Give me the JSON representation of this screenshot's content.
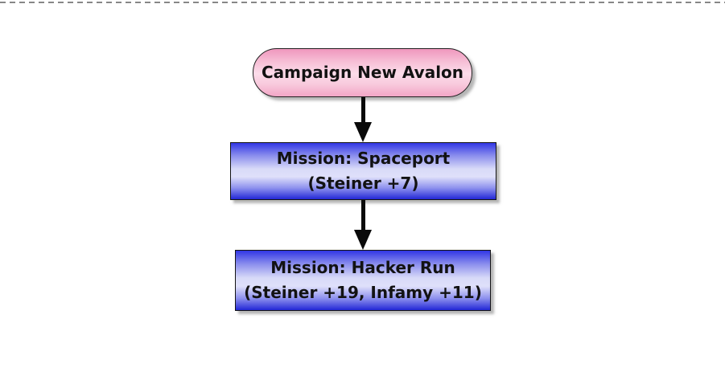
{
  "page": {
    "background_color": "#ffffff",
    "top_border": {
      "style": "dashed",
      "color": "#878787"
    }
  },
  "diagram": {
    "type": "flowchart",
    "nodes": [
      {
        "id": "campaign-new-avalon",
        "shape": "rounded-pill",
        "label": "Campaign New Avalon",
        "fill": {
          "top": "#ef97bd",
          "middle": "#fcdcea",
          "bottom": "#f2a5c6"
        },
        "border_color": "#222222",
        "text_color": "#121212"
      },
      {
        "id": "mission-spaceport",
        "shape": "rectangle",
        "lines": [
          "Mission: Spaceport",
          "(Steiner +7)"
        ],
        "fill": {
          "top": "#3136e4",
          "middle": "#dfe0fa",
          "bottom": "#2227d6"
        },
        "border_color": "#141414",
        "text_color": "#121212"
      },
      {
        "id": "mission-hacker-run",
        "shape": "rectangle",
        "lines": [
          "Mission: Hacker Run",
          "(Steiner +19, Infamy +11)"
        ],
        "fill": {
          "top": "#3136e4",
          "middle": "#dfe0fa",
          "bottom": "#2227d6"
        },
        "border_color": "#141414",
        "text_color": "#121212"
      }
    ],
    "connectors": [
      {
        "from": "campaign-new-avalon",
        "to": "mission-spaceport",
        "style": "solid",
        "color": "#0a0a0a",
        "arrowhead": "filled-triangle-down"
      },
      {
        "from": "mission-spaceport",
        "to": "mission-hacker-run",
        "style": "solid",
        "color": "#0a0a0a",
        "arrowhead": "filled-triangle-down"
      }
    ]
  }
}
